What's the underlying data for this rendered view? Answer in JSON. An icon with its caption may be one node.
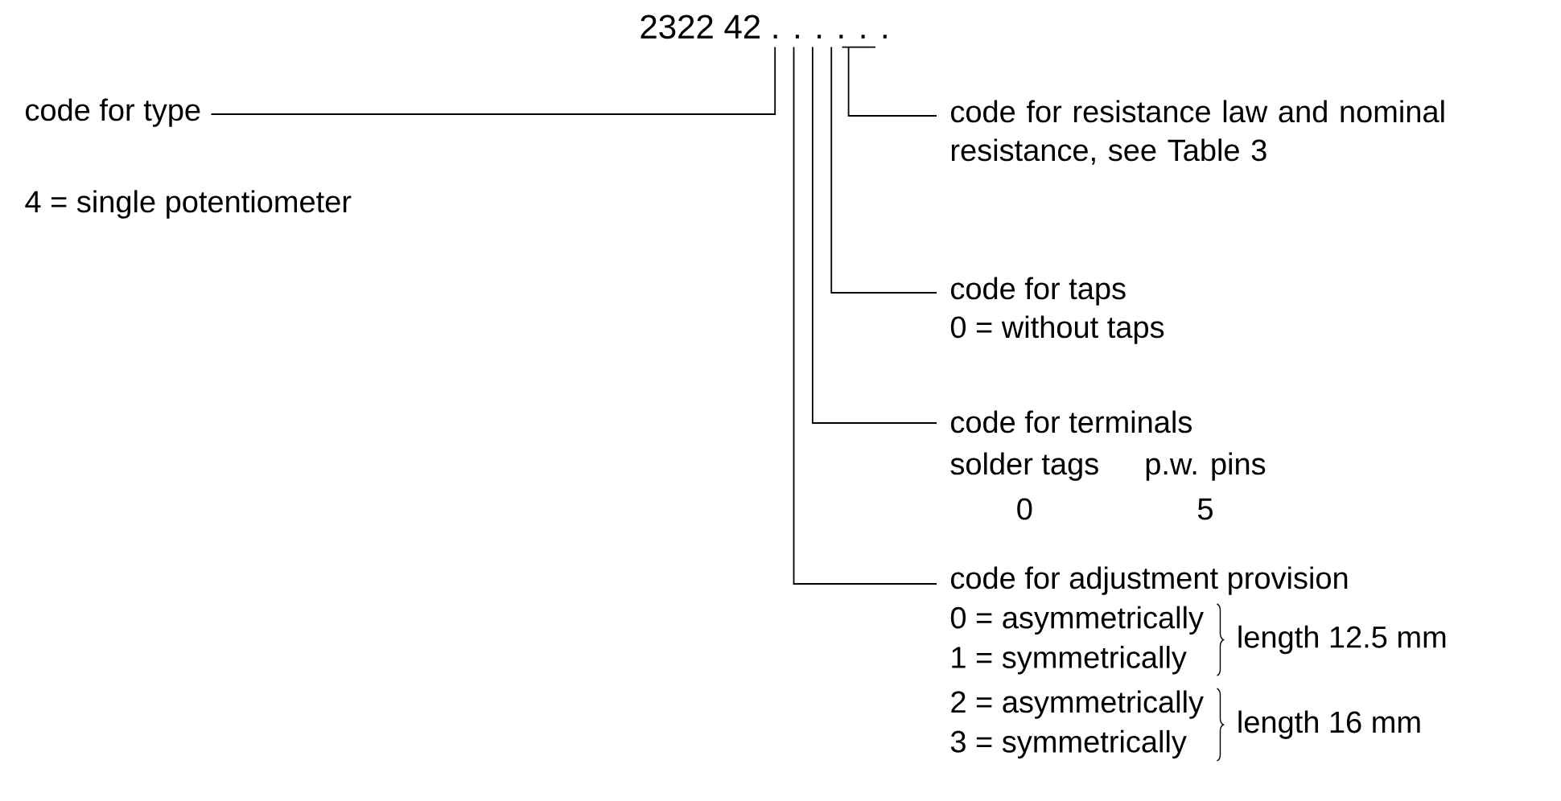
{
  "diagram": {
    "nodes": [
      {
        "text": [
          "2322 42 . . . . . ."
        ]
      },
      {
        "text": [
          "code for type"
        ]
      },
      {
        "text": [
          "code for resistance law and nominal resistance, see Table 3"
        ]
      },
      {
        "text": [
          "code for taps",
          "0 = without taps"
        ]
      },
      {
        "text": [
          "code for terminals",
          "solder tags",
          "p.w. pins",
          "0",
          "5"
        ]
      },
      {
        "text": [
          "code for adjustment provision",
          "0 = asymmetrically",
          "1 = symmetrically",
          "length 12.5 mm",
          "2 = asymmetrically",
          "3 = symmetrically",
          "length 16 mm"
        ]
      }
    ],
    "edges": [
      {
        "from": 1,
        "to": 0,
        "arrow": "none"
      },
      {
        "from": 2,
        "to": 0,
        "arrow": "none"
      },
      {
        "from": 3,
        "to": 0,
        "arrow": "none"
      },
      {
        "from": 4,
        "to": 0,
        "arrow": "none"
      },
      {
        "from": 5,
        "to": 0,
        "arrow": "none"
      }
    ],
    "labels": [
      "4 = single potentiometer"
    ]
  }
}
